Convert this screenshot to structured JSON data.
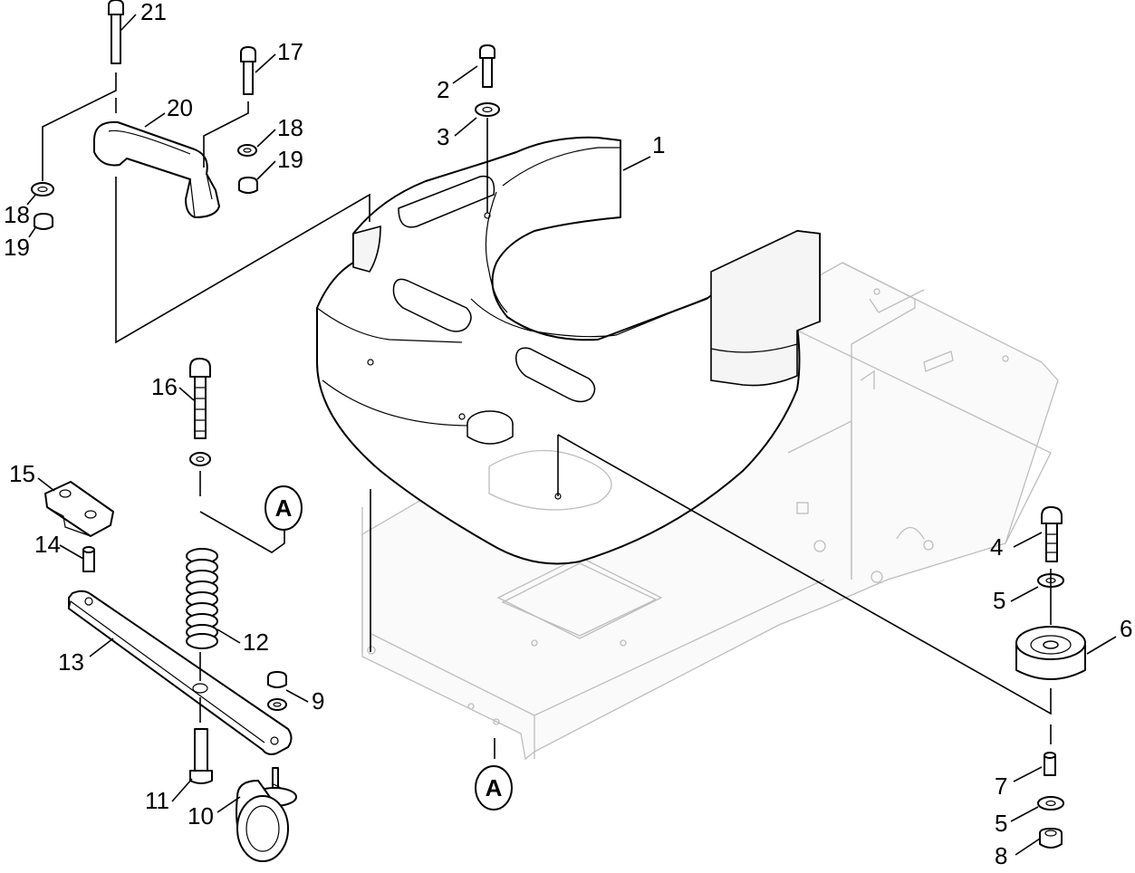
{
  "callouts": [
    {
      "id": "c1",
      "text": "1"
    },
    {
      "id": "c2",
      "text": "2"
    },
    {
      "id": "c3",
      "text": "3"
    },
    {
      "id": "c4",
      "text": "4"
    },
    {
      "id": "c5a",
      "text": "5"
    },
    {
      "id": "c5b",
      "text": "5"
    },
    {
      "id": "c6",
      "text": "6"
    },
    {
      "id": "c7",
      "text": "7"
    },
    {
      "id": "c8",
      "text": "8"
    },
    {
      "id": "c9",
      "text": "9"
    },
    {
      "id": "c10",
      "text": "10"
    },
    {
      "id": "c11",
      "text": "11"
    },
    {
      "id": "c12",
      "text": "12"
    },
    {
      "id": "c13",
      "text": "13"
    },
    {
      "id": "c14",
      "text": "14"
    },
    {
      "id": "c15",
      "text": "15"
    },
    {
      "id": "c16",
      "text": "16"
    },
    {
      "id": "c17",
      "text": "17"
    },
    {
      "id": "c18a",
      "text": "18"
    },
    {
      "id": "c18b",
      "text": "18"
    },
    {
      "id": "c19a",
      "text": "19"
    },
    {
      "id": "c19b",
      "text": "19"
    },
    {
      "id": "c20",
      "text": "20"
    },
    {
      "id": "c21",
      "text": "21"
    }
  ],
  "references": {
    "top": "A",
    "bottom": "A"
  }
}
